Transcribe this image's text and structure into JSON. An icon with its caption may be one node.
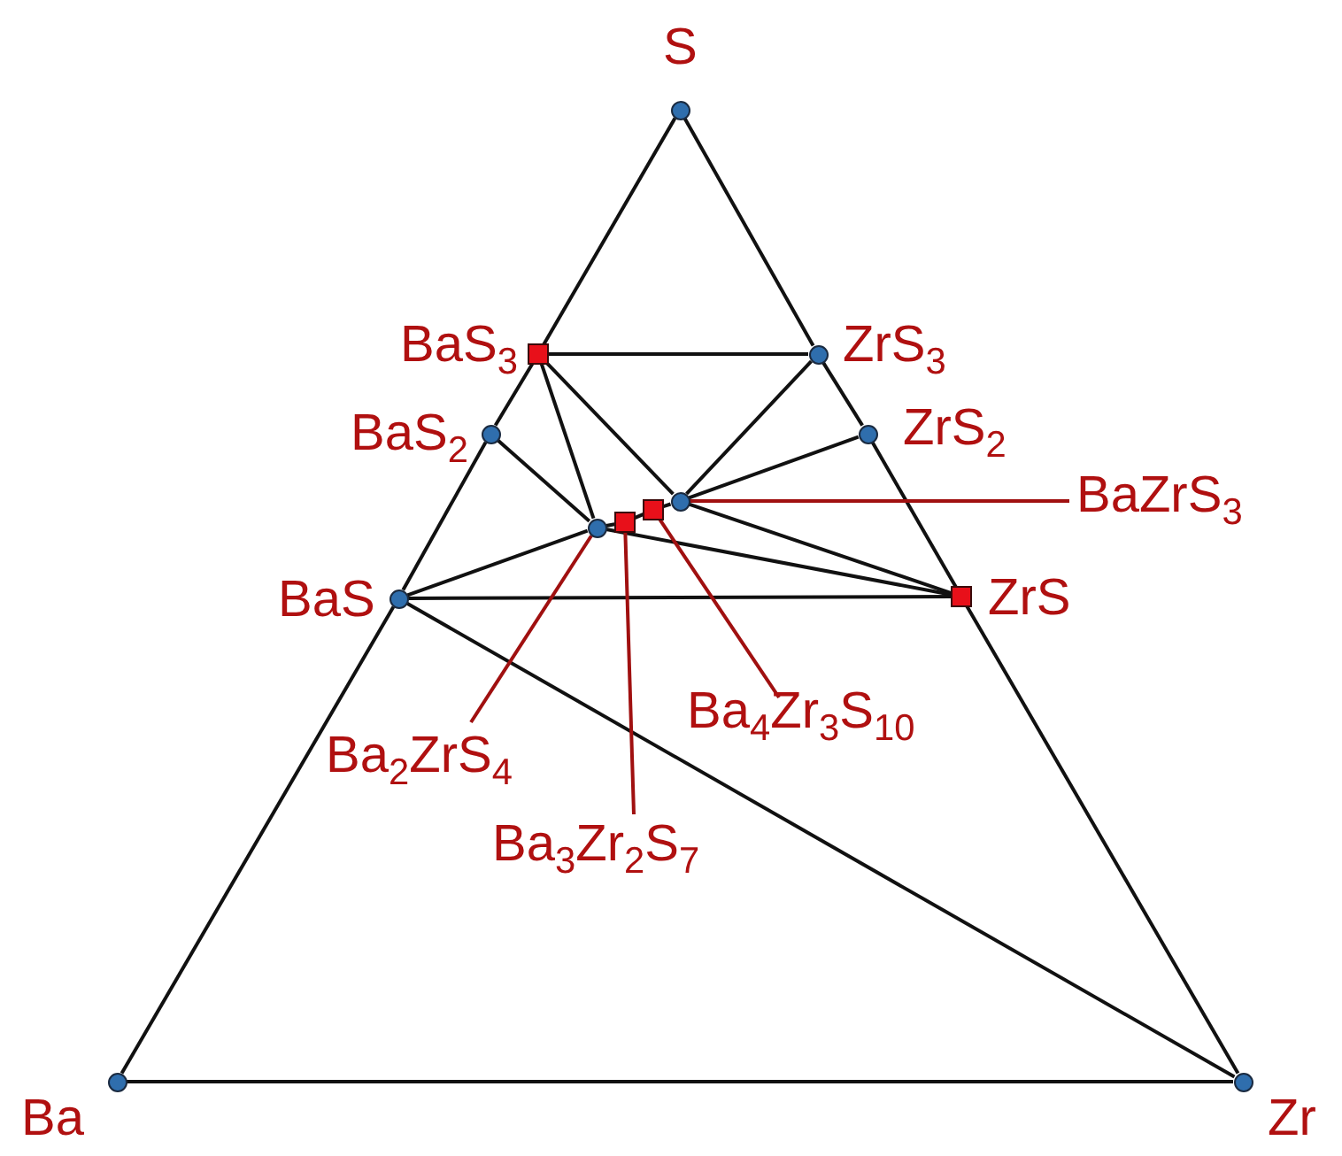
{
  "diagram": {
    "nodes": [
      {
        "text": [
          "S"
        ]
      },
      {
        "text": [
          "BaS$_{3}$"
        ]
      },
      {
        "text": [
          "ZrS$_{3}$"
        ]
      },
      {
        "text": [
          "BaS$_{2}$"
        ]
      },
      {
        "text": [
          "ZrS$_{2}$"
        ]
      },
      {
        "text": [
          "BaZrS$_{3}$"
        ]
      },
      {
        "text": [],
        "shape": "circle"
      },
      {
        "text": [],
        "shape": "circle"
      },
      {
        "text": [],
        "shape": "box"
      },
      {
        "text": [],
        "shape": "box"
      },
      {
        "text": [
          "BaS"
        ]
      },
      {
        "text": [
          "ZrS"
        ]
      },
      {
        "text": [
          "Ba$_{4}$Zr$_{3}$S$_{10}$"
        ]
      },
      {
        "text": [
          "Ba$_{2}$ZrS$_{4}$"
        ]
      },
      {
        "text": [
          "Ba$_{3}$Zr$_{2}$S$_{7}$"
        ]
      },
      {
        "text": [
          "Ba"
        ]
      },
      {
        "text": [
          "Zr"
        ]
      }
    ],
    "edges": [
      {
        "from": 15,
        "to": 10,
        "arrow": "none"
      },
      {
        "from": 10,
        "to": 3,
        "arrow": "none"
      },
      {
        "from": 3,
        "to": 1,
        "arrow": "none"
      },
      {
        "from": 1,
        "to": 0,
        "arrow": "none"
      },
      {
        "from": 0,
        "to": 2,
        "arrow": "none"
      },
      {
        "from": 2,
        "to": 4,
        "arrow": "none"
      },
      {
        "from": 4,
        "to": 11,
        "arrow": "none"
      },
      {
        "from": 11,
        "to": 16,
        "arrow": "none"
      },
      {
        "from": 15,
        "to": 16,
        "arrow": "none"
      },
      {
        "from": 1,
        "to": 2,
        "arrow": "none"
      },
      {
        "from": 1,
        "to": 7,
        "arrow": "none"
      },
      {
        "from": 1,
        "to": 6,
        "arrow": "none"
      },
      {
        "from": 3,
        "to": 7,
        "arrow": "none"
      },
      {
        "from": 2,
        "to": 6,
        "arrow": "none"
      },
      {
        "from": 4,
        "to": 6,
        "arrow": "none"
      },
      {
        "from": 6,
        "to": 11,
        "arrow": "none"
      },
      {
        "from": 7,
        "to": 11,
        "arrow": "none"
      },
      {
        "from": 10,
        "to": 7,
        "arrow": "none"
      },
      {
        "from": 10,
        "to": 11,
        "arrow": "none"
      },
      {
        "from": 10,
        "to": 16,
        "arrow": "none"
      },
      {
        "from": 7,
        "to": 8,
        "arrow": "none"
      },
      {
        "from": 8,
        "to": 9,
        "arrow": "none"
      },
      {
        "from": 9,
        "to": 6,
        "arrow": "none"
      },
      {
        "from": 5,
        "to": 6,
        "arrow": "none",
        "color": "#a01010"
      },
      {
        "from": 13,
        "to": 7,
        "arrow": "none",
        "color": "#a01010"
      },
      {
        "from": 14,
        "to": 8,
        "arrow": "none",
        "color": "#a01010"
      },
      {
        "from": 12,
        "to": 9,
        "arrow": "none",
        "color": "#a01010"
      }
    ]
  }
}
